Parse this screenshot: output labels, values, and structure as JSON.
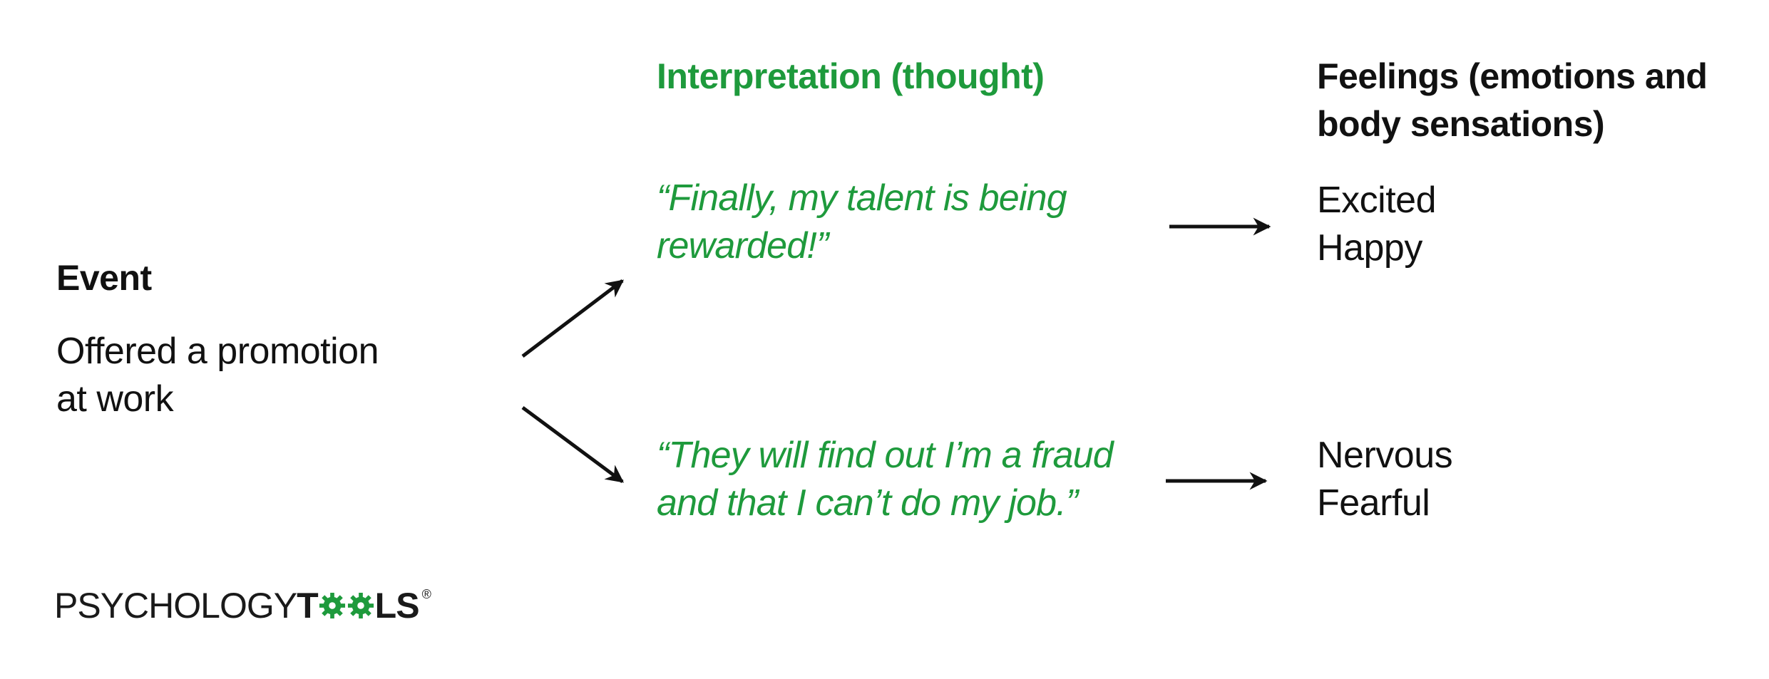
{
  "event": {
    "heading": "Event",
    "lines": [
      "Offered a promotion",
      "at work"
    ]
  },
  "interpretation": {
    "heading": "Interpretation (thought)",
    "thought1": [
      "“Finally, my talent is being",
      "rewarded!”"
    ],
    "thought2": [
      "“They will find out I’m a fraud",
      "and that I can’t do my job.”"
    ]
  },
  "feelings": {
    "heading": [
      "Feelings (emotions and",
      "body sensations)"
    ],
    "set1": [
      "Excited",
      "Happy"
    ],
    "set2": [
      "Nervous",
      "Fearful"
    ]
  },
  "logo": {
    "prefix": "PSYCHOLOGY",
    "bold_t": "T",
    "bold_end": "LS",
    "registered": "®",
    "gear_color": "#1e9a3c"
  },
  "colors": {
    "accent_green": "#1e9a3c",
    "text": "#111111"
  }
}
